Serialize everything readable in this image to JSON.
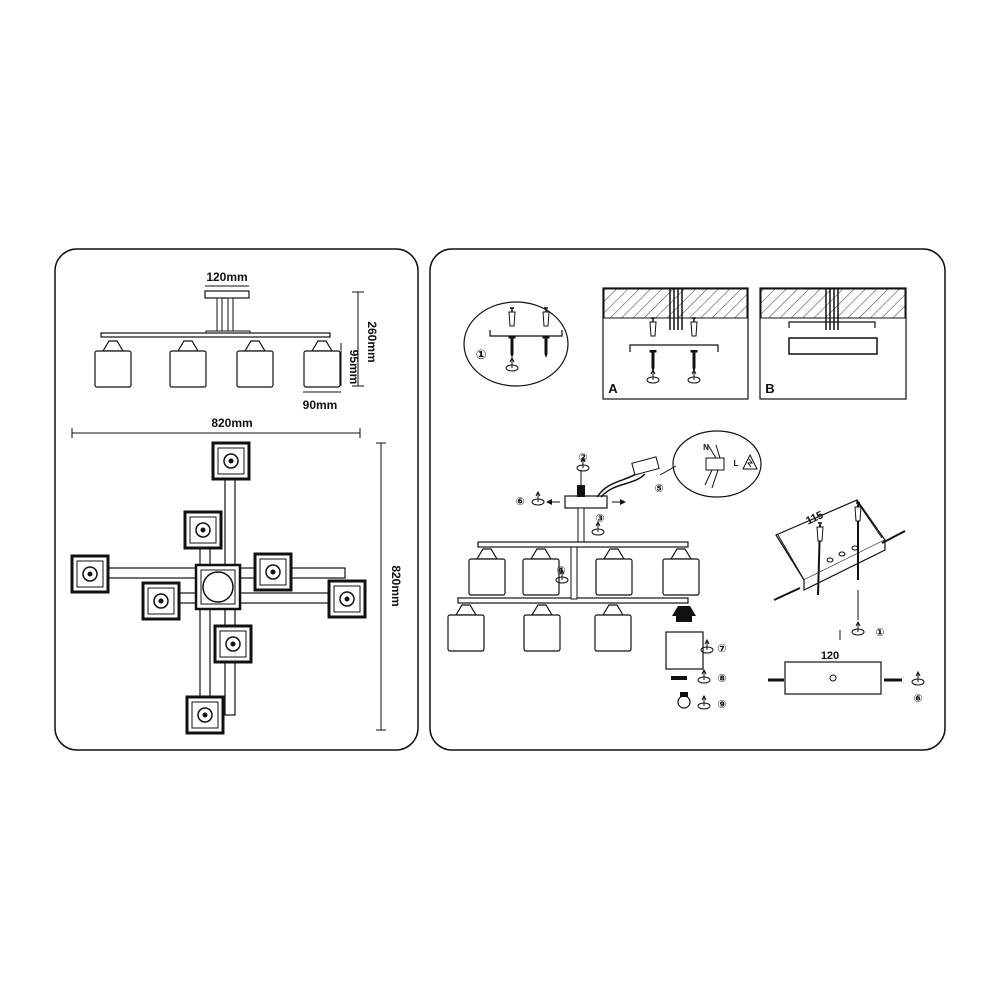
{
  "left_panel": {
    "dims": {
      "canopy_width": "120mm",
      "height": "260mm",
      "shade_height": "95mm",
      "shade_width": "90mm",
      "span_width": "820mm",
      "span_depth": "820mm"
    }
  },
  "right_panel": {
    "step1_number": "①",
    "figure_a": "A",
    "figure_b": "B",
    "step_numbers": {
      "s2": "②",
      "s3": "③",
      "s4": "④",
      "s5": "⑤",
      "s6": "⑥",
      "s7": "⑦",
      "s8": "⑧",
      "s9": "⑨"
    },
    "wiring_letters": {
      "n": "N",
      "l": "L"
    },
    "bracket_dim_top": "115",
    "bracket_dim_bottom": "120",
    "bracket_step1": "①",
    "bracket_step6": "⑥"
  }
}
